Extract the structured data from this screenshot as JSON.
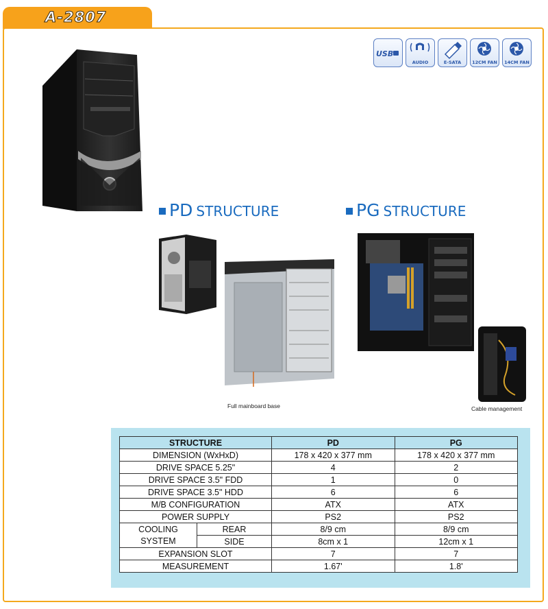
{
  "model": "A-2807",
  "feature_icons": [
    {
      "name": "usb-icon",
      "label": "USB"
    },
    {
      "name": "audio-icon",
      "label": "AUDIO"
    },
    {
      "name": "esata-icon",
      "label": "E-SATA"
    },
    {
      "name": "fan-12cm-icon",
      "label": "12CM FAN"
    },
    {
      "name": "fan-14cm-icon",
      "label": "14CM FAN"
    }
  ],
  "pd_heading": {
    "abbr": "PD",
    "word": "STRUCTURE"
  },
  "pg_heading": {
    "abbr": "PG",
    "word": "STRUCTURE"
  },
  "captions": {
    "mainboard": "Full mainboard base",
    "cable": "Cable management"
  },
  "table": {
    "headers": [
      "STRUCTURE",
      "PD",
      "PG"
    ],
    "rows": [
      {
        "label": "DIMENSION (WxHxD)",
        "pd": "178 x 420 x 377 mm",
        "pg": "178 x 420 x 377 mm"
      },
      {
        "label": "DRIVE SPACE 5.25\"",
        "pd": "4",
        "pg": "2"
      },
      {
        "label": "DRIVE SPACE 3.5\" FDD",
        "pd": "1",
        "pg": "0"
      },
      {
        "label": "DRIVE SPACE 3.5\" HDD",
        "pd": "6",
        "pg": "6"
      },
      {
        "label": "M/B CONFIGURATION",
        "pd": "ATX",
        "pg": "ATX"
      },
      {
        "label": "POWER SUPPLY",
        "pd": "PS2",
        "pg": "PS2"
      }
    ],
    "cooling": {
      "label_a": "COOLING",
      "label_b": "SYSTEM",
      "rear": "REAR",
      "side": "SIDE",
      "pd_rear": "8/9 cm",
      "pg_rear": "8/9 cm",
      "pd_side": "8cm x 1",
      "pg_side": "12cm x 1"
    },
    "rows2": [
      {
        "label": "EXPANSION SLOT",
        "pd": "7",
        "pg": "7"
      },
      {
        "label": "MEASUREMENT",
        "pd": "1.67'",
        "pg": "1.8'"
      }
    ]
  }
}
